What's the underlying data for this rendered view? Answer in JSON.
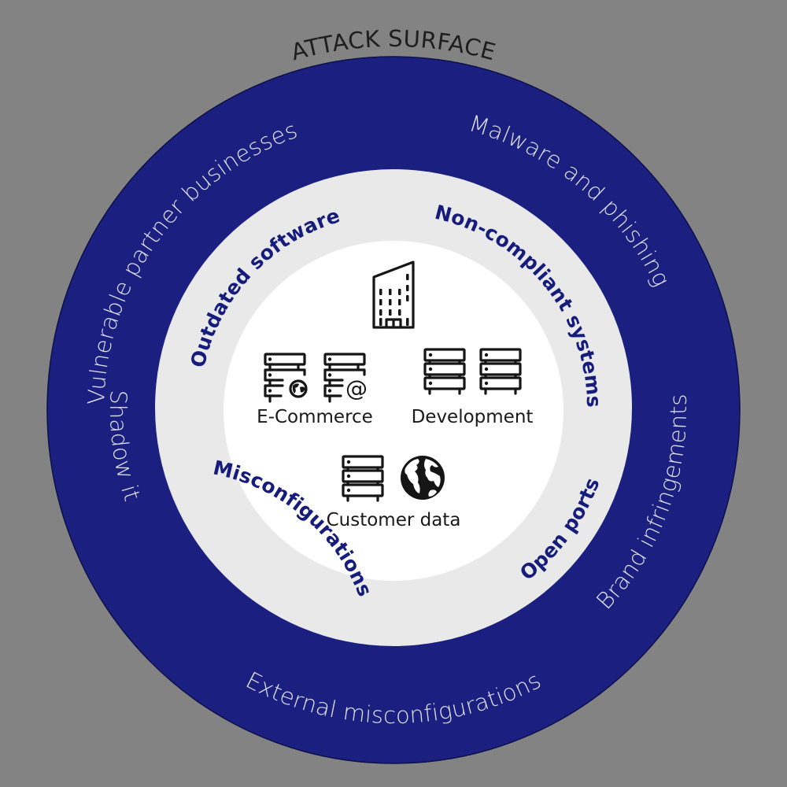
{
  "diagram": {
    "title": "ATTACK SURFACE",
    "colors": {
      "background": "#838383",
      "outer_ring": "#1b1f80",
      "inner_ring": "#e9e9ea",
      "core": "#ffffff",
      "inner_label": "#161c7c",
      "outer_label": "#dfe1f0"
    },
    "outer_ring_labels": [
      {
        "text": "Vulnerable partner businesses"
      },
      {
        "text": "Malware and phishing"
      },
      {
        "text": "Brand infringements"
      },
      {
        "text": "External misconfigurations"
      },
      {
        "text": "Shadow it"
      }
    ],
    "inner_ring_labels": [
      {
        "text": "Outdated software"
      },
      {
        "text": "Non-compliant systems"
      },
      {
        "text": "Open ports"
      },
      {
        "text": "Misconfigurations"
      }
    ],
    "core_assets": [
      {
        "label": "",
        "icons": [
          "building-icon"
        ]
      },
      {
        "label": "E-Commerce",
        "icons": [
          "server-globe-icon",
          "server-email-icon"
        ]
      },
      {
        "label": "Development",
        "icons": [
          "server-icon",
          "server-icon"
        ]
      },
      {
        "label": "Customer data",
        "icons": [
          "server-icon",
          "globe-icon"
        ]
      }
    ]
  }
}
